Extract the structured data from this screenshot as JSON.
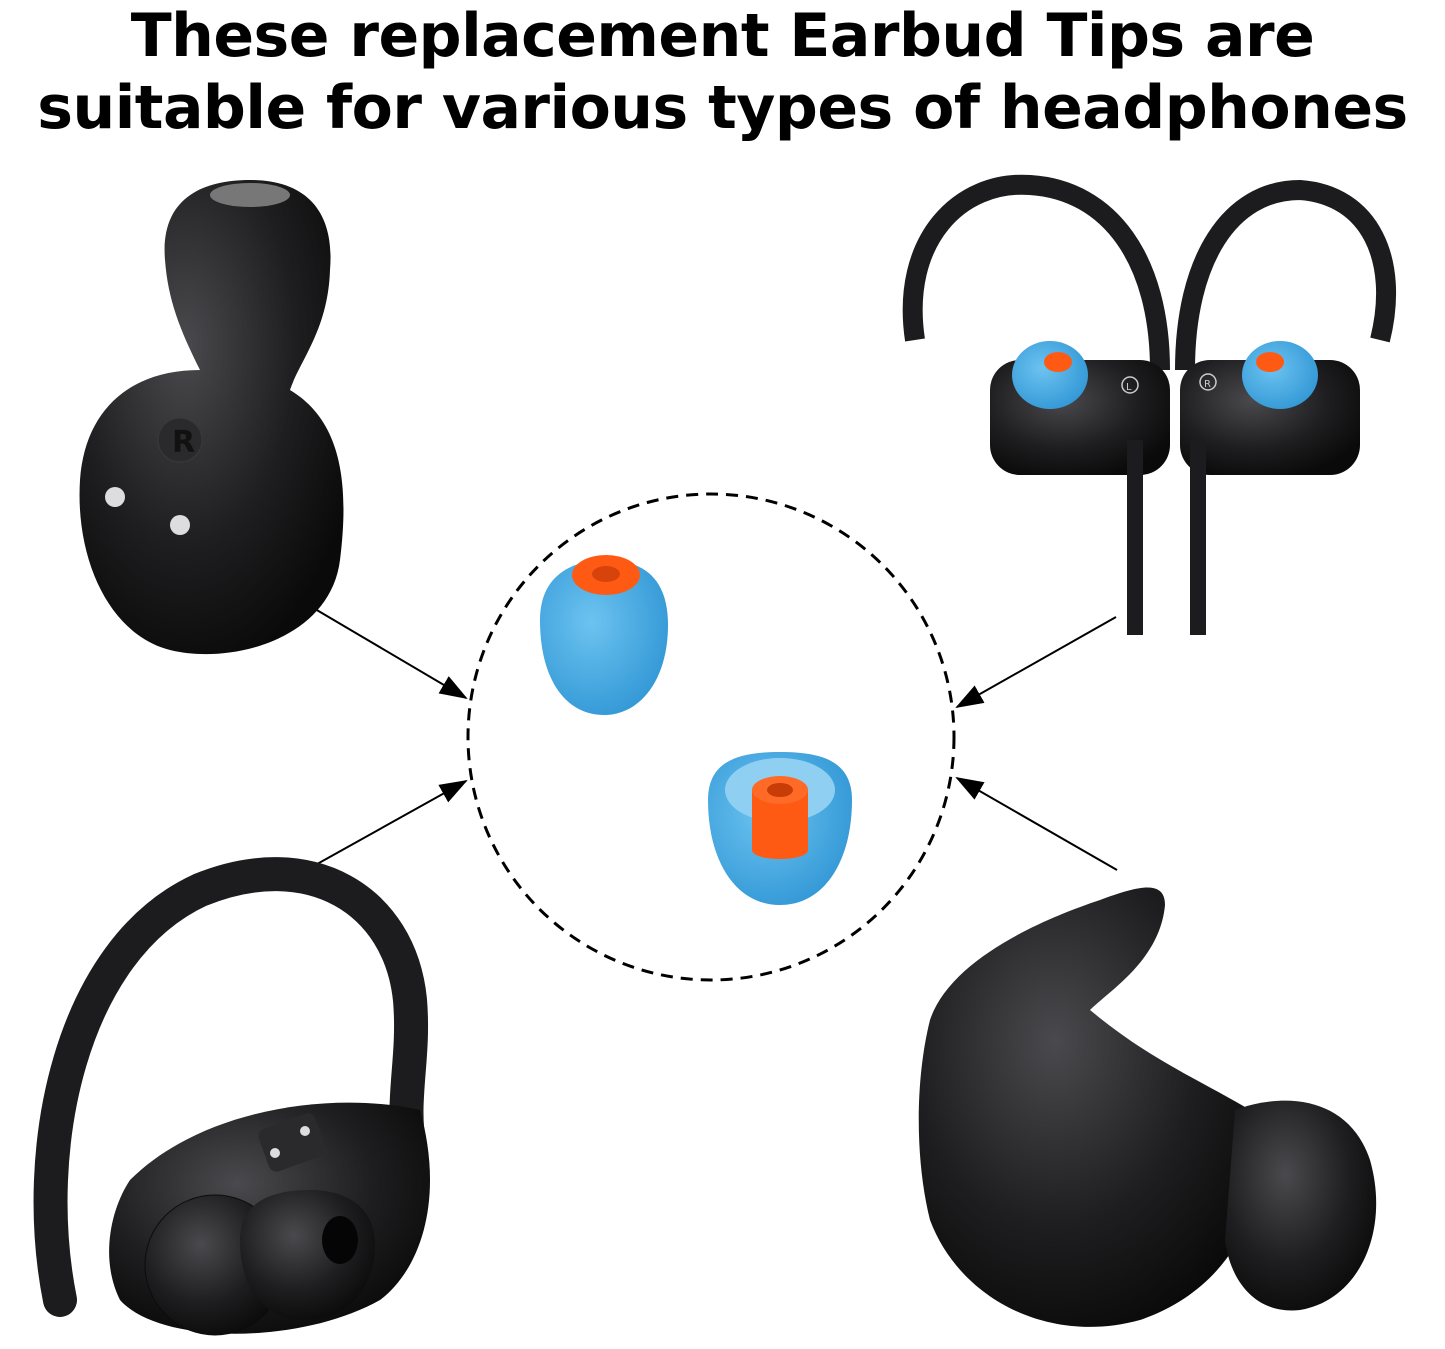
{
  "headline": {
    "line1": "These replacement Earbud Tips are",
    "line2": "suitable for various types of headphones"
  },
  "colors": {
    "tip_blue": "#3fa7e0",
    "tip_orange": "#ff5a14",
    "earbud_black": "#1c1c1e",
    "text": "#000000"
  },
  "earbud_labels": {
    "top_left": "R",
    "top_right_left": "L",
    "top_right_right": "R"
  }
}
